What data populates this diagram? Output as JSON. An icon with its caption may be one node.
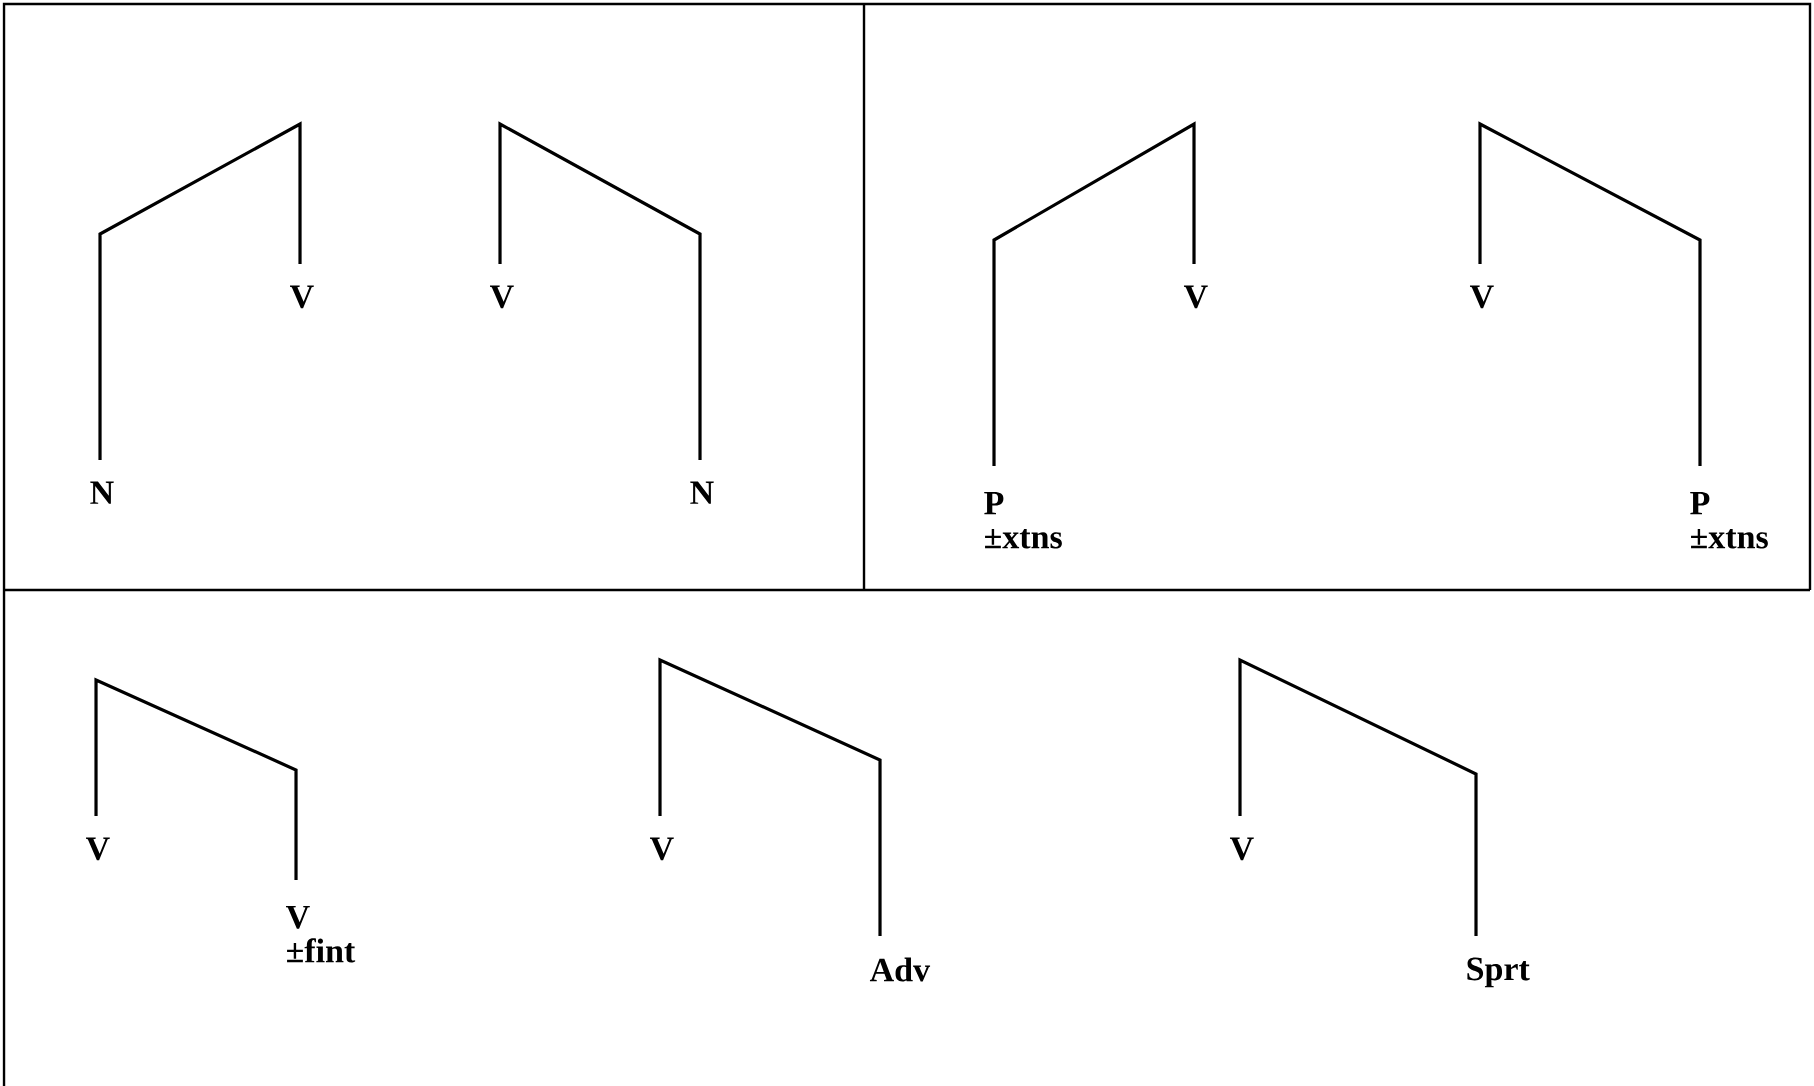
{
  "diagram": {
    "nodes": [
      {
        "text": [
          "N"
        ]
      },
      {
        "text": [
          "V"
        ]
      },
      {
        "text": [
          "V"
        ]
      },
      {
        "text": [
          "N"
        ]
      },
      {
        "text": [
          "P",
          "±xtns"
        ]
      },
      {
        "text": [
          "V"
        ]
      },
      {
        "text": [
          "V"
        ]
      },
      {
        "text": [
          "P",
          "±xtns"
        ]
      },
      {
        "text": [
          "V"
        ]
      },
      {
        "text": [
          "V",
          "±fint"
        ]
      },
      {
        "text": [
          "V"
        ]
      },
      {
        "text": [
          "Adv"
        ]
      },
      {
        "text": [
          "V"
        ]
      },
      {
        "text": [
          "Sprt"
        ]
      }
    ],
    "edges": [
      {
        "from": 0,
        "to": 1,
        "arrow": "none"
      },
      {
        "from": 2,
        "to": 3,
        "arrow": "none"
      },
      {
        "from": 4,
        "to": 5,
        "arrow": "none"
      },
      {
        "from": 6,
        "to": 7,
        "arrow": "none"
      },
      {
        "from": 8,
        "to": 9,
        "arrow": "none"
      },
      {
        "from": 10,
        "to": 11,
        "arrow": "none"
      },
      {
        "from": 12,
        "to": 13,
        "arrow": "none"
      }
    ]
  }
}
